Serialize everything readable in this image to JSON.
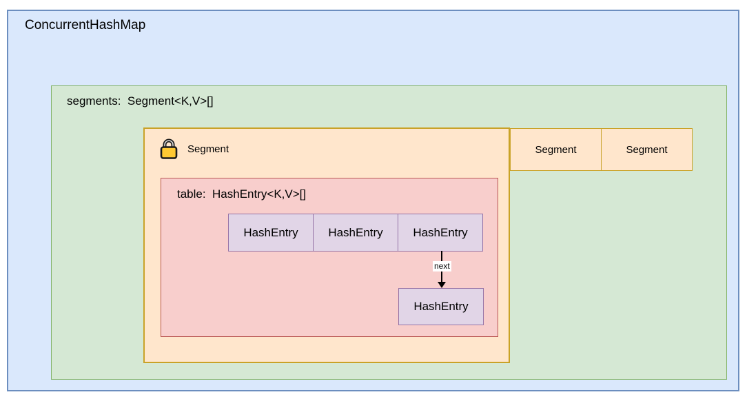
{
  "diagram": {
    "title": "ConcurrentHashMap",
    "segments_box": {
      "label": "segments:  Segment<K,V>[]"
    },
    "segment": {
      "name": "Segment",
      "icon": "lock-icon"
    },
    "other_segments": [
      "Segment",
      "Segment"
    ],
    "table_box": {
      "label": "table:  HashEntry<K,V>[]",
      "entries": [
        "HashEntry",
        "HashEntry",
        "HashEntry"
      ],
      "linked_entry": "HashEntry",
      "arrow_label": "next"
    },
    "colors": {
      "blue_fill": "#dae8fc",
      "blue_border": "#6c8ebf",
      "green_fill": "#d5e8d4",
      "green_border": "#82b366",
      "orange_fill": "#ffe6cc",
      "orange_border": "#c9a227",
      "pink_fill": "#f8cecc",
      "pink_border": "#b85450",
      "purple_fill": "#e1d5e7",
      "purple_border": "#9673a6",
      "lock_body": "#ffc933",
      "lock_outline": "#1a1a1a",
      "arrow_color": "#000000"
    }
  }
}
